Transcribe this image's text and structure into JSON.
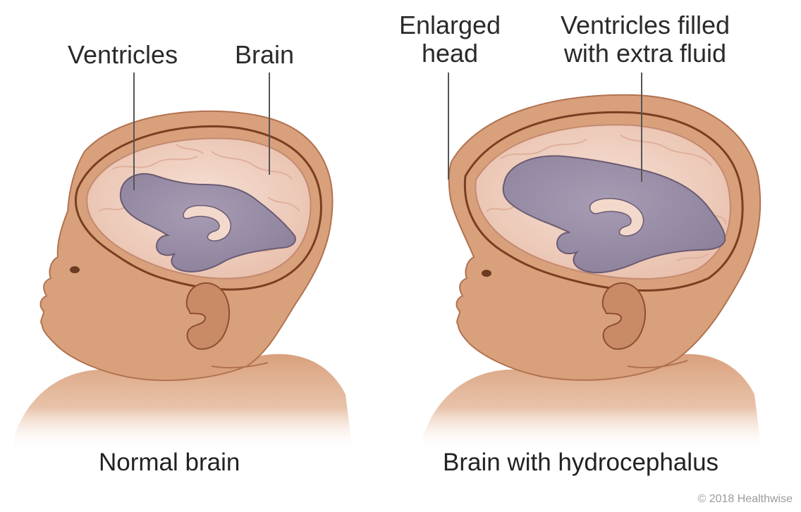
{
  "labels": {
    "ventricles": "Ventricles",
    "brain": "Brain",
    "enlarged_head_line1": "Enlarged",
    "enlarged_head_line2": "head",
    "ventricles_filled_line1": "Ventricles filled",
    "ventricles_filled_line2": "with extra fluid"
  },
  "captions": {
    "left": "Normal brain",
    "right": "Brain with hydrocephalus"
  },
  "copyright": "© 2018 Healthwise",
  "colors": {
    "skin": "#d9a07c",
    "skin_shadow": "#b97955",
    "skull_outline": "#7a3f22",
    "brain": "#f1d4c6",
    "brain_vein": "#e3b6a3",
    "ventricle": "#9a8ea8",
    "ventricle_outline": "#6b5a72",
    "leader_line": "#555555"
  }
}
